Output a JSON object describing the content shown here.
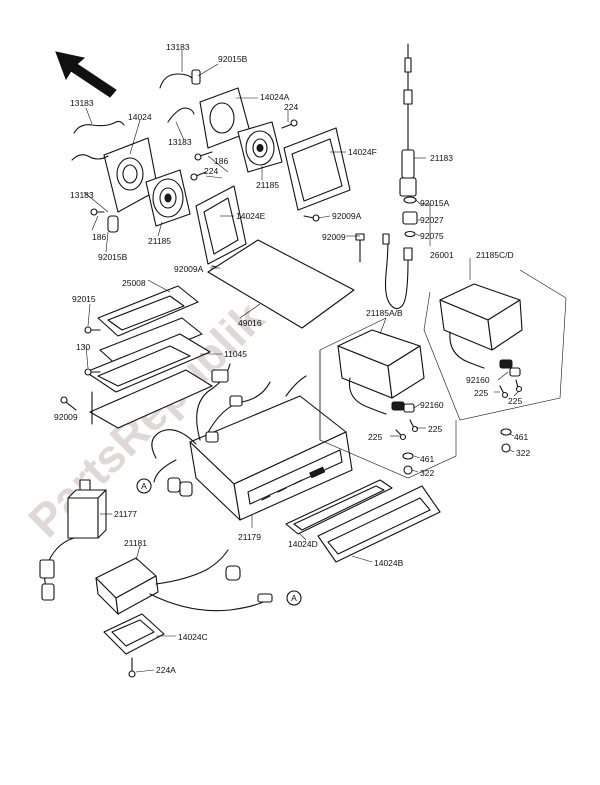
{
  "parts": {
    "p_13183_top": "13183",
    "p_92015B_top": "92015B",
    "p_13183_left": "13183",
    "p_14024A": "14024A",
    "p_14024": "14024",
    "p_224_top": "224",
    "p_13183_mid": "13183",
    "p_14024F": "14024F",
    "p_186_mid": "186",
    "p_21183": "21183",
    "p_224_mid": "224",
    "p_13183_low": "13183",
    "p_21185_mid": "21185",
    "p_92015A": "92015A",
    "p_14024E": "14024E",
    "p_92009A_right": "92009A",
    "p_92027": "92027",
    "p_186_left": "186",
    "p_21185_left": "21185",
    "p_92009_center": "92009",
    "p_92075": "92075",
    "p_92015B_left": "92015B",
    "p_92009A_center": "92009A",
    "p_26001": "26001",
    "p_21185CD": "21185C/D",
    "p_25008": "25008",
    "p_92015_left": "92015",
    "p_49016": "49016",
    "p_21185AB": "21185A/B",
    "p_130": "130",
    "p_11045": "11045",
    "p_92160_right": "92160",
    "p_225_right1": "225",
    "p_225_right2": "225",
    "p_92160_mid": "92160",
    "p_92009_left": "92009",
    "p_225_mid1": "225",
    "p_225_mid2": "225",
    "p_461_right": "461",
    "p_461_mid": "461",
    "p_322_right": "322",
    "p_322_mid": "322",
    "p_21177": "21177",
    "p_21179": "21179",
    "p_21181": "21181",
    "p_14024D": "14024D",
    "p_14024B": "14024B",
    "p_14024C": "14024C",
    "p_224A": "224A",
    "ref_A1": "A",
    "ref_A2": "A"
  },
  "watermark": "PartsRepublik"
}
